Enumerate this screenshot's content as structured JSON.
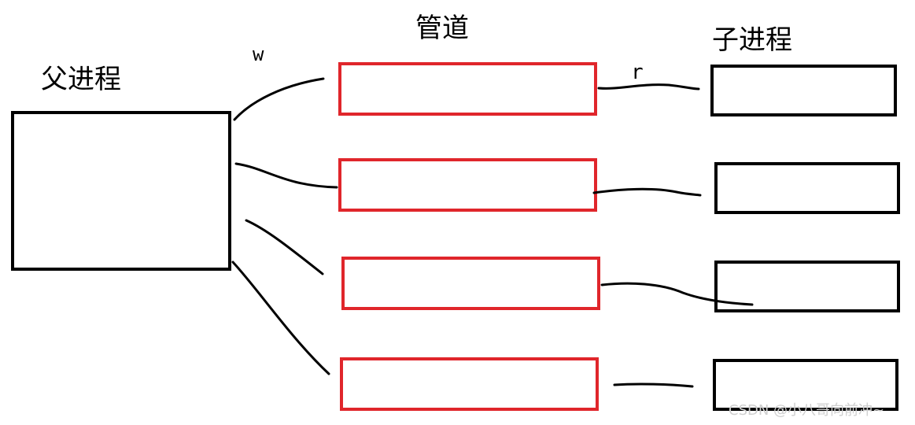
{
  "labels": {
    "parent": "父进程",
    "pipes": "管道",
    "children": "子进程",
    "write": "w",
    "read": "r"
  },
  "watermark": "CSDN @小八哥向前冲~",
  "pipe_count": 4,
  "child_count": 4,
  "colors": {
    "pipe_border": "#e0262b",
    "process_border": "#000000",
    "wire": "#000000",
    "watermark": "#cfcfcf"
  }
}
